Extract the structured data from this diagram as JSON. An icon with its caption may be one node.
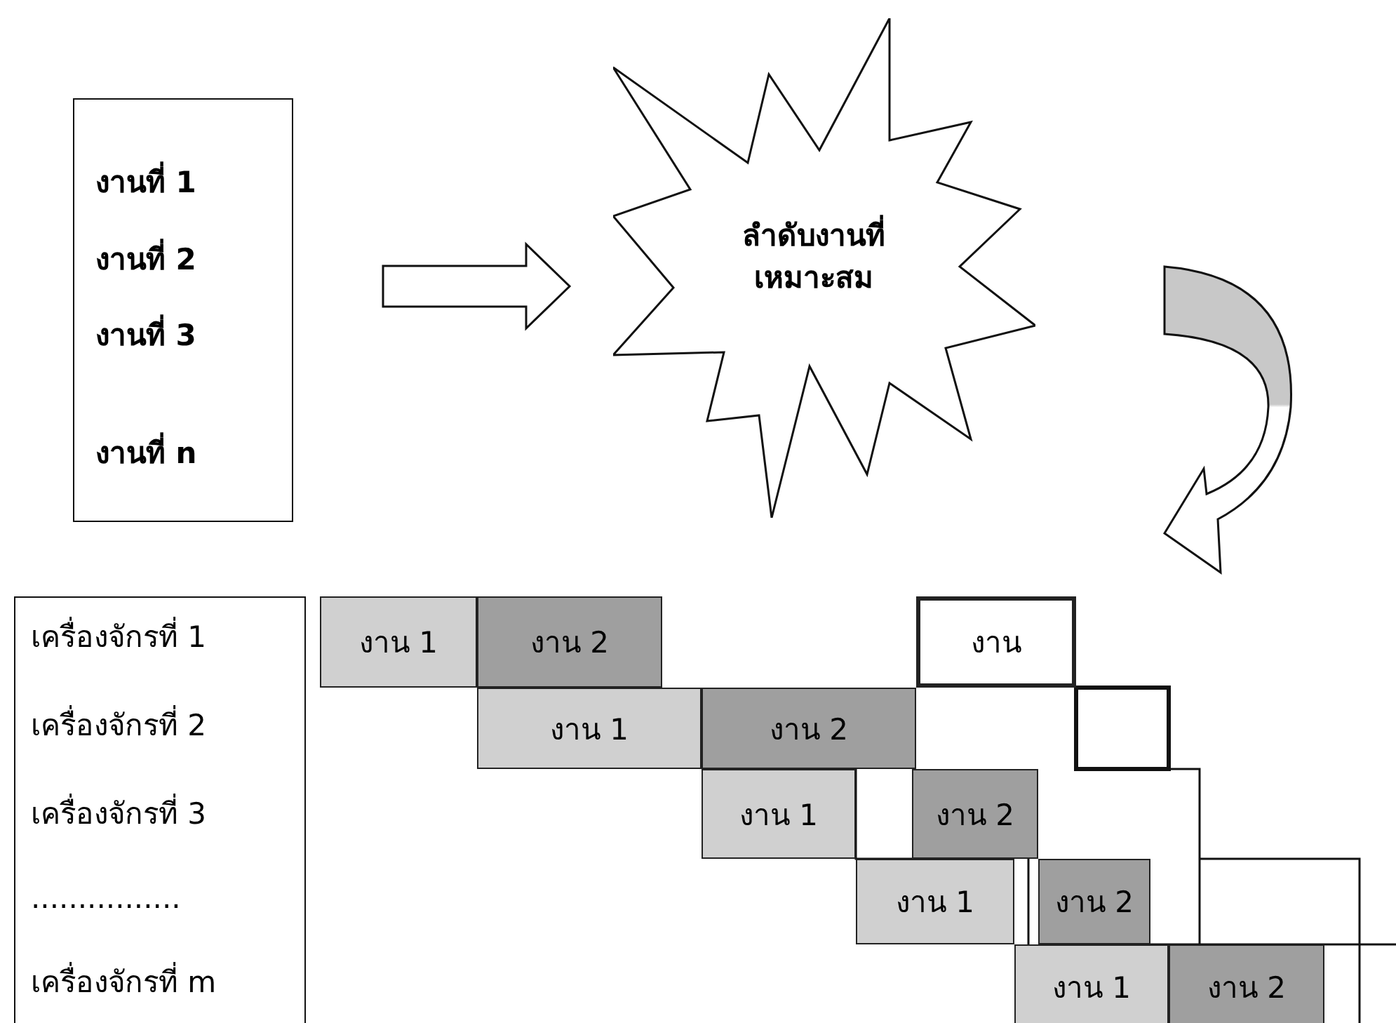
{
  "diagram": {
    "nodes": [
      {
        "text": [
          "งานที่ 1",
          "งานที่ 2",
          "งานที่ 3",
          "งานที่ n"
        ]
      },
      {
        "text": [
          "ลำดับงานที่เหมาะสม"
        ]
      },
      {
        "text": [
          "เครื่องจักรที่ 1",
          "เครื่องจักรที่ 2",
          "เครื่องจักรที่ 3",
          "................",
          "เครื่องจักรที่ m"
        ]
      },
      {
        "text": [
          "งาน 1"
        ]
      },
      {
        "text": [
          "งาน 2"
        ]
      },
      {
        "text": [
          "งาน"
        ]
      },
      {
        "text": [
          "งาน 1"
        ]
      },
      {
        "text": [
          "งาน 2"
        ]
      },
      {
        "text": [
          "งาน 1"
        ]
      },
      {
        "text": [
          "งาน 2"
        ]
      },
      {
        "text": [
          "งาน 1"
        ]
      },
      {
        "text": [
          "งาน 2"
        ]
      },
      {
        "text": [
          "งาน 1"
        ]
      },
      {
        "text": [
          "งาน 2"
        ]
      }
    ],
    "edges": [
      {
        "from": 0,
        "to": 1,
        "arrow": "to"
      }
    ]
  }
}
